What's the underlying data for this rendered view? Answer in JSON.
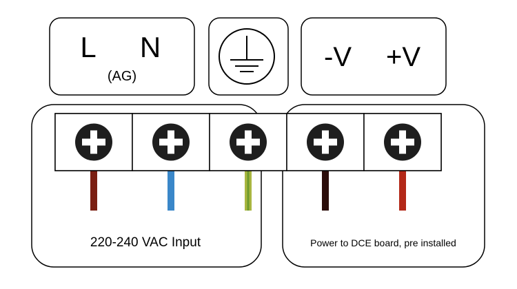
{
  "labels": {
    "line": "L",
    "neutral": "N",
    "ag": "(AG)",
    "neg": "-V",
    "pos": "+V",
    "input": "220-240 VAC Input",
    "output": "Power to DCE board, pre installed"
  },
  "icons": {
    "ground": "earth-ground-icon",
    "screw": "plus-screw-icon"
  },
  "terminals": [
    {
      "id": "L",
      "wire_color": "#7a1f12"
    },
    {
      "id": "N",
      "wire_color": "#3a87c9"
    },
    {
      "id": "PE",
      "wire_color": "#a9b640",
      "stripe_color": "#6e9a2c"
    },
    {
      "id": "-V",
      "wire_color": "#2b0d0a"
    },
    {
      "id": "+V",
      "wire_color": "#b32818"
    }
  ],
  "colors": {
    "stroke": "#000000",
    "screw_fill": "#1e1e1e",
    "screw_cross": "#ffffff"
  }
}
